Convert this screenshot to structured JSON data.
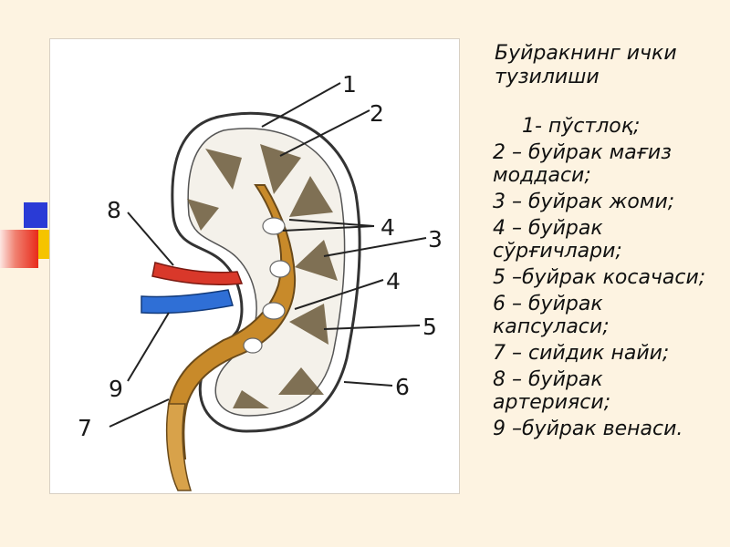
{
  "legend": {
    "title": "Буйракнинг ички тузилиши",
    "items": [
      "1-  пўстлоқ;",
      "2 – буйрак мағиз моддаси;",
      "3 – буйрак жоми;",
      "4 – буйрак сўрғичлари;",
      "5 –буйрак косачаси;",
      "6 – буйрак капсуласи;",
      "7 – сийдик найи;",
      "8 – буйрак артерияси;",
      "9 –буйрак венаси."
    ]
  },
  "figure": {
    "labels": [
      "1",
      "2",
      "3",
      "4",
      "4",
      "5",
      "6",
      "7",
      "8",
      "9"
    ],
    "colors": {
      "artery": "#d9382a",
      "vein": "#2f6fd6",
      "pelvis": "#c88a2a",
      "capsule": "#ffffff",
      "pyramid": "#6b5a3a"
    }
  }
}
